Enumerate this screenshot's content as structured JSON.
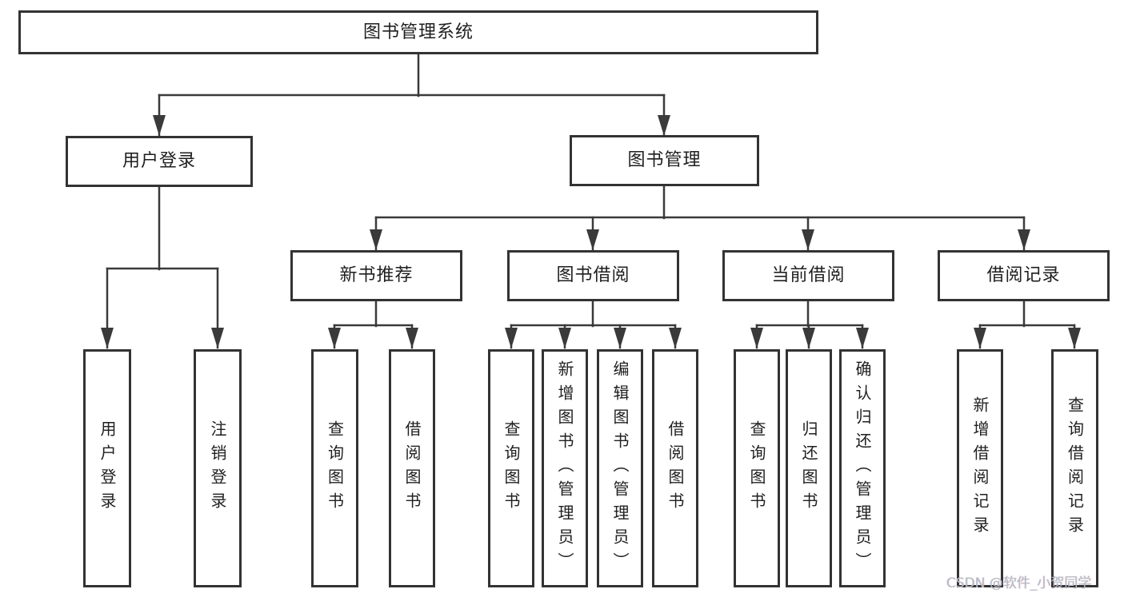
{
  "diagram": {
    "root": {
      "label": "图书管理系统"
    },
    "branches": [
      {
        "label": "用户登录",
        "children": [
          {
            "label": "用户登录"
          },
          {
            "label": "注销登录"
          }
        ]
      },
      {
        "label": "图书管理",
        "children": [
          {
            "label": "新书推荐",
            "children": [
              {
                "label": "查询图书"
              },
              {
                "label": "借阅图书"
              }
            ]
          },
          {
            "label": "图书借阅",
            "children": [
              {
                "label": "查询图书"
              },
              {
                "label": "新增图书（管理员）"
              },
              {
                "label": "编辑图书（管理员）"
              },
              {
                "label": "借阅图书"
              }
            ]
          },
          {
            "label": "当前借阅",
            "children": [
              {
                "label": "查询图书"
              },
              {
                "label": "归还图书"
              },
              {
                "label": "确认归还（管理员）"
              }
            ]
          },
          {
            "label": "借阅记录",
            "children": [
              {
                "label": "新增借阅记录"
              },
              {
                "label": "查询借阅记录"
              }
            ]
          }
        ]
      }
    ]
  },
  "watermark": {
    "text": "CSDN @软件_小贺同学",
    "color": "#b9bec4"
  },
  "colors": {
    "line": "#3a3a3a",
    "box_border": "#333333",
    "box_fill": "#ffffff",
    "text": "#1f1f1f",
    "background": "#ffffff"
  }
}
